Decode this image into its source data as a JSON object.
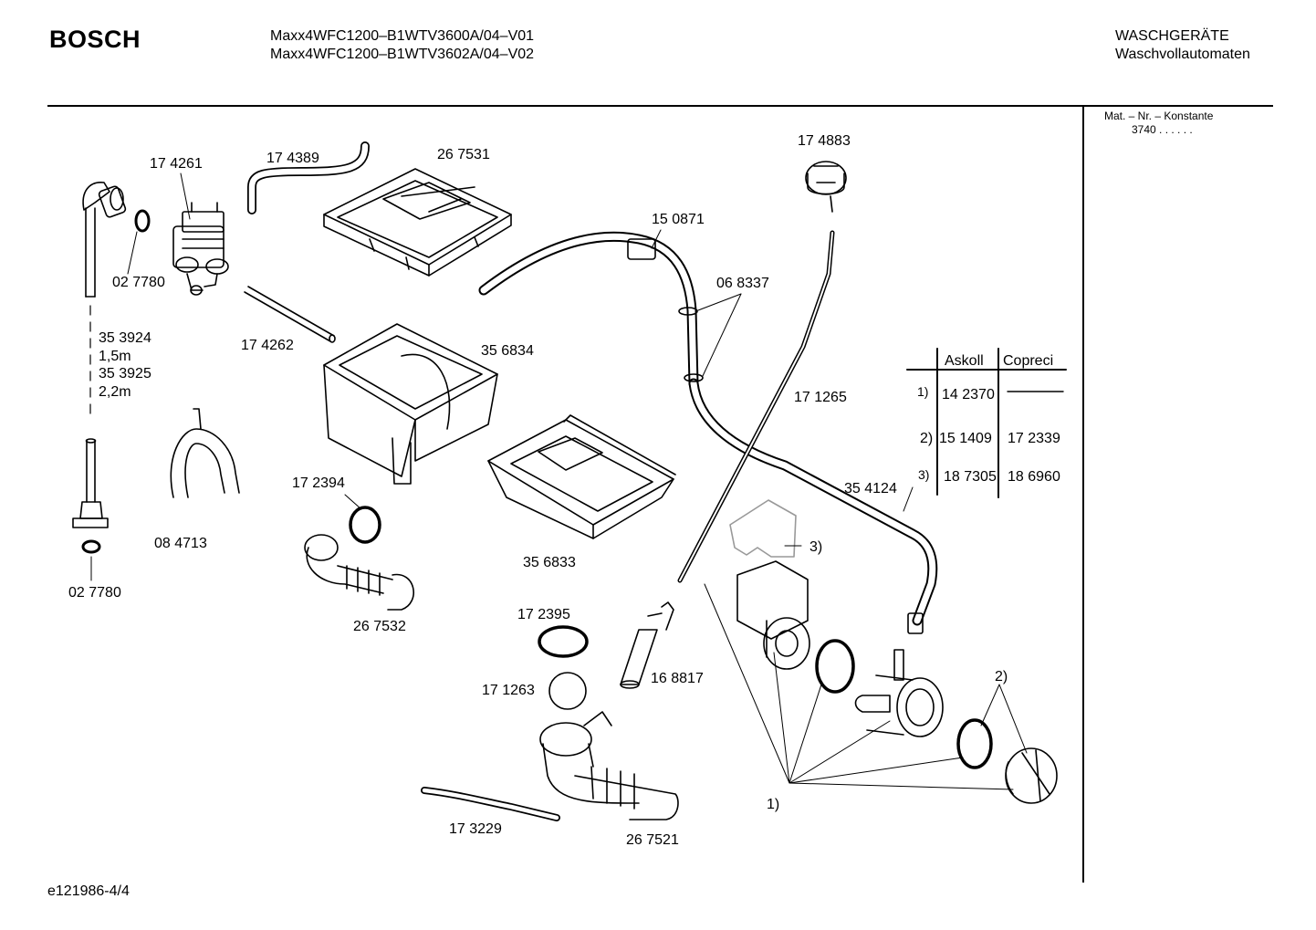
{
  "header": {
    "brand": "BOSCH",
    "models": [
      "Maxx4WFC1200–B1WTV3600A/04–V01",
      "Maxx4WFC1200–B1WTV3602A/04–V02"
    ],
    "category": "WASCHGERÄTE",
    "subcategory": "Waschvollautomaten"
  },
  "side_note": {
    "line1": "Mat. – Nr. – Konstante",
    "line2": "3740  .  .  .  .  .  ."
  },
  "footer": {
    "code": "e121986-4/4"
  },
  "parts": [
    "17 4261",
    "17 4389",
    "26 7531",
    "17 4883",
    "15 0871",
    "06 8337",
    "02 7780",
    "17 4262",
    "35 6834",
    "35 3924",
    "1,5m",
    "35 3925",
    "2,2m",
    "17 1265",
    "17 2394",
    "08 4713",
    "35 6833",
    "35 4124",
    "3)",
    "02 7780",
    "26 7532",
    "17 2395",
    "17 1263",
    "16 8817",
    "2)",
    "1)",
    "17 3229",
    "26 7521"
  ],
  "table": {
    "headers": [
      "Askoll",
      "Copreci"
    ],
    "rows": [
      {
        "ref": "1)",
        "askoll": "14 2370",
        "copreci": "——"
      },
      {
        "ref": "2)",
        "askoll": "15 1409",
        "copreci": "17 2339"
      },
      {
        "ref": "3)",
        "askoll": "18 7305",
        "copreci": "18 6960"
      }
    ]
  }
}
